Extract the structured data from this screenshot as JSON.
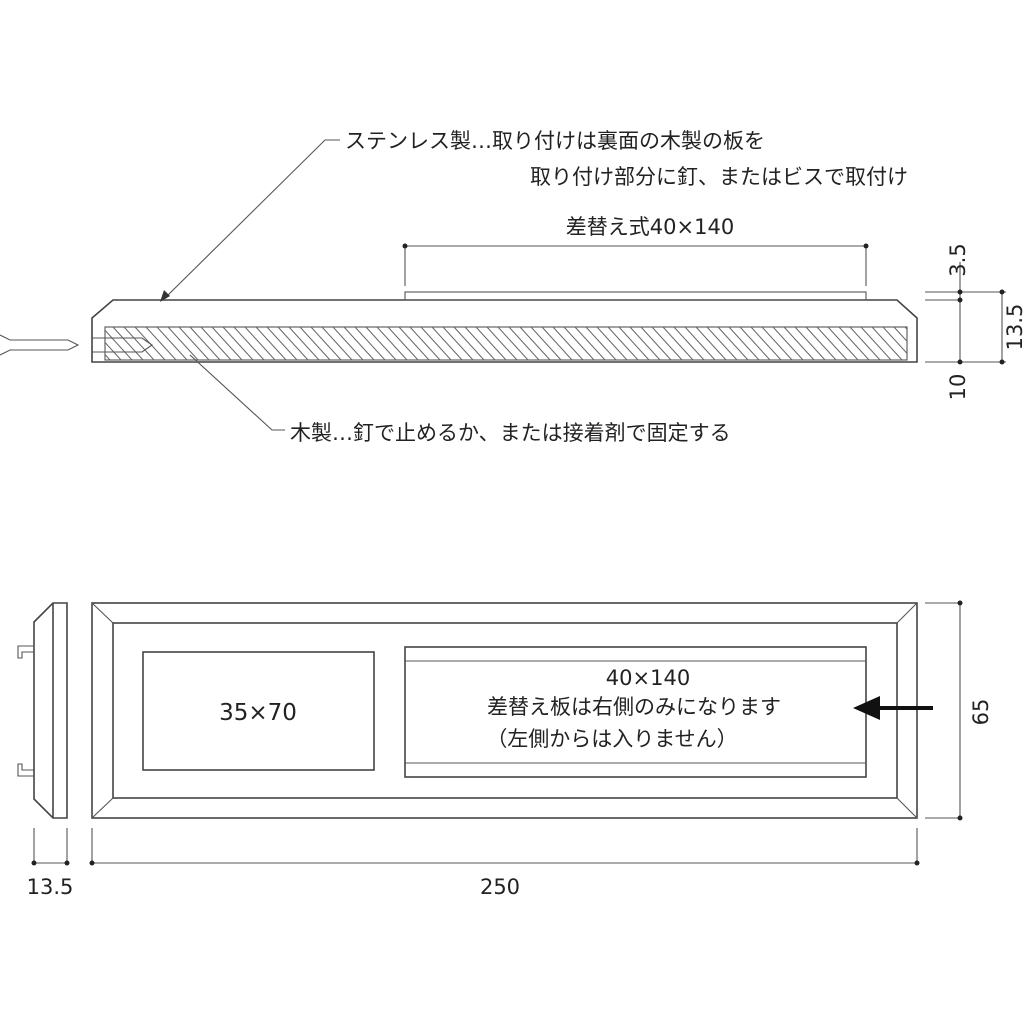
{
  "side_section": {
    "stainless_note_line1": "ステンレス製…取り付けは裏面の木製の板を",
    "stainless_note_line2": "取り付け部分に釘、またはビスで取付け",
    "insert_label": "差替え式40×140",
    "wood_note": "木製…釘で止めるか、または接着剤で固定する",
    "dim_insert_thickness": "3.5",
    "dim_total_thickness": "13.5",
    "dim_wood_thickness": "10"
  },
  "front_view": {
    "left_window_label": "35×70",
    "right_slot_size": "40×140",
    "right_slot_note": "差替え板は右側のみになります",
    "right_slot_note2": "（左側からは入りません）",
    "dim_height": "65",
    "dim_width": "250",
    "dim_depth": "13.5"
  }
}
